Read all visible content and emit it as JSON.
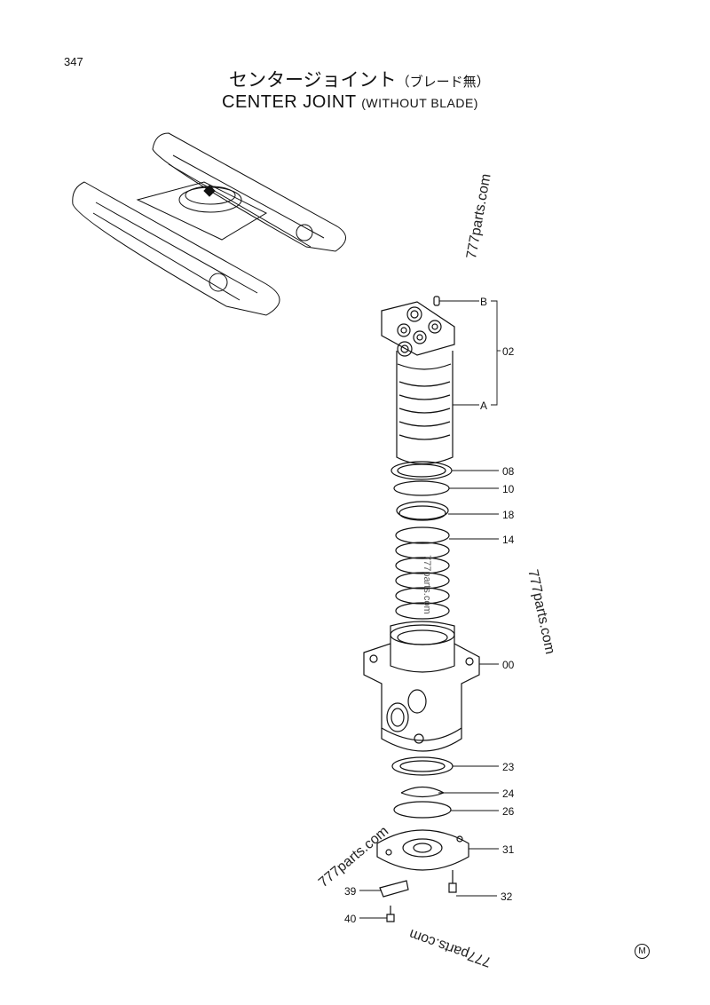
{
  "page": {
    "number": "347",
    "mark": "M"
  },
  "title": {
    "jp_main": "センタージョイント",
    "jp_sub": "（ブレード無）",
    "en_main": "CENTER JOINT",
    "en_sub": "(WITHOUT BLADE)"
  },
  "watermark": "777parts.com",
  "callouts": [
    "B",
    "A",
    "02",
    "08",
    "10",
    "18",
    "14",
    "00",
    "23",
    "24",
    "26",
    "31",
    "32",
    "39",
    "40"
  ]
}
